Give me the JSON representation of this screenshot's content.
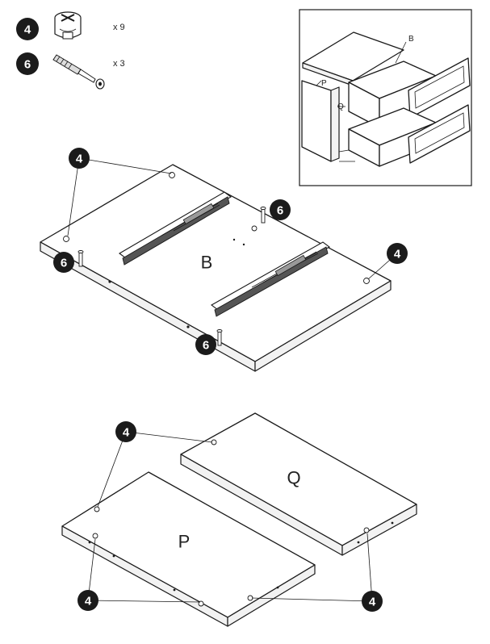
{
  "parts_list": [
    {
      "badge": "4",
      "quantity": "x 9",
      "icon": "cam-lock-icon"
    },
    {
      "badge": "6",
      "quantity": "x 3",
      "icon": "dowel-bolt-icon"
    }
  ],
  "inset": {
    "labels": {
      "b": "B",
      "p": "P",
      "q": "Q"
    }
  },
  "panels": {
    "b": "B",
    "p": "P",
    "q": "Q"
  },
  "callouts": {
    "four": "4",
    "six": "6"
  }
}
